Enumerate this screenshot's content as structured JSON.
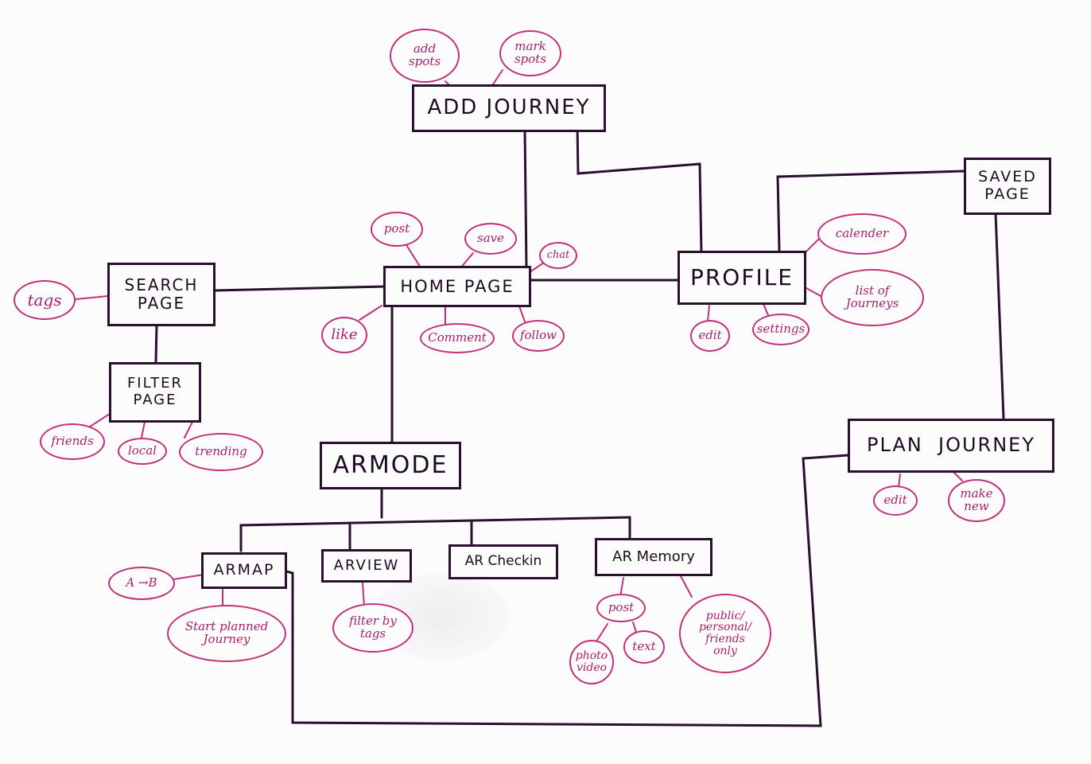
{
  "boxes": {
    "add_journey": "ADD JOURNEY",
    "home_page": "HOME PAGE",
    "search_page": "SEARCH\nPAGE",
    "filter_page": "FILTER\nPAGE",
    "profile": "PROFILE",
    "saved_page": "SAVED\nPAGE",
    "plan_journey": "PLAN  JOURNEY",
    "ar_mode": "ARMODE",
    "ar_map": "ARMAP",
    "ar_view": "ARVIEW",
    "ar_checkin": "AR Checkin",
    "ar_memory": "AR Memory"
  },
  "bubbles": {
    "add_spots": "add\nspots",
    "mark_spots": "mark\nspots",
    "post_home": "post",
    "save": "save",
    "chat": "chat",
    "like": "like",
    "comment": "Comment",
    "follow": "follow",
    "tags": "tags",
    "friends": "friends",
    "local": "local",
    "trending": "trending",
    "calender": "calender",
    "list_of_journeys": "list of\nJourneys",
    "edit_profile": "edit",
    "settings": "settings",
    "edit_plan": "edit",
    "make_new": "make\nnew",
    "a_to_b": "A →B",
    "start_planned_journey": "Start planned\nJourney",
    "filter_by_tags": "filter by\ntags",
    "post_memory": "post",
    "photo_video": "photo\nvideo",
    "text": "text",
    "public_personal_friends_only": "public/\npersonal/\nfriends\nonly"
  },
  "colors": {
    "box_ink": "#2a0f2e",
    "bubble_ink": "#c2307a",
    "background": "#fdfcfd"
  }
}
